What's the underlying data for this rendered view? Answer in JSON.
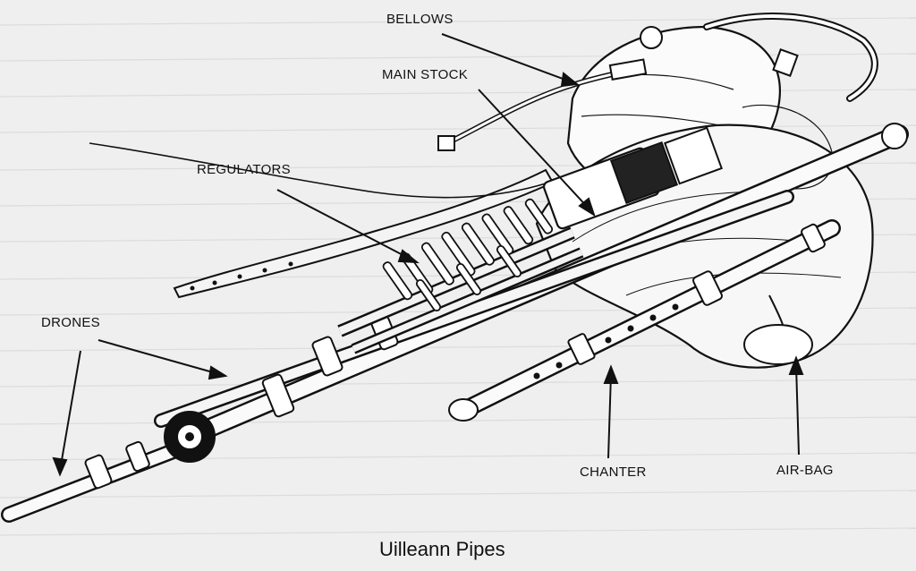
{
  "caption": "Uilleann Pipes",
  "labels": {
    "bellows": "BELLOWS",
    "main_stock": "MAIN STOCK",
    "regulators": "REGULATORS",
    "drones": "DRONES",
    "chanter": "CHANTER",
    "air_bag": "AIR-BAG"
  },
  "colors": {
    "paper": "#efefef",
    "ink": "#111111",
    "bleed_text": "#9a9a9a"
  }
}
